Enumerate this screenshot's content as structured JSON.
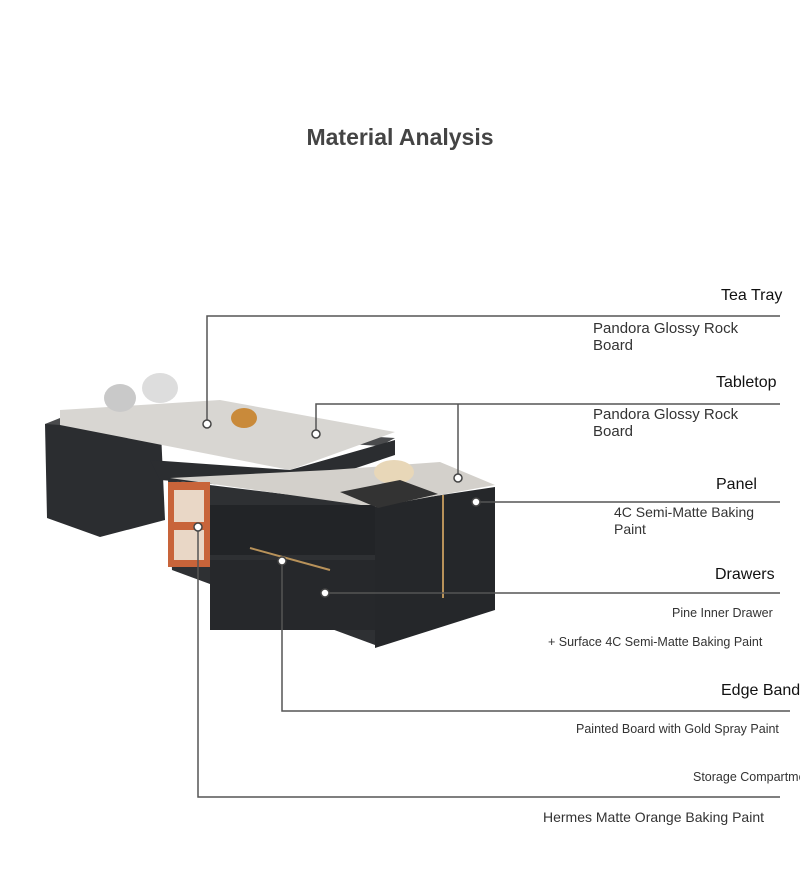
{
  "title": "Material Analysis",
  "callouts": [
    {
      "label": "Tea Tray",
      "material": "Pandora Glossy Rock Board"
    },
    {
      "label": "Tabletop",
      "material": "Pandora Glossy Rock Board"
    },
    {
      "label": "Panel",
      "material": "4C Semi-Matte Baking Paint"
    },
    {
      "label": "Drawers",
      "material": "Pine Inner Drawer",
      "material2": "+ Surface 4C Semi-Matte Baking Paint"
    },
    {
      "label": "Edge Band",
      "material": "Painted Board with Gold Spray Paint"
    },
    {
      "label": "Storage Compartment",
      "material": "Hermes Matte Orange Baking Paint"
    }
  ],
  "colors": {
    "cabinet": "#2b2d30",
    "stone": "#d8d6d2",
    "orange": "#c8643a",
    "gold": "#b8925a"
  }
}
